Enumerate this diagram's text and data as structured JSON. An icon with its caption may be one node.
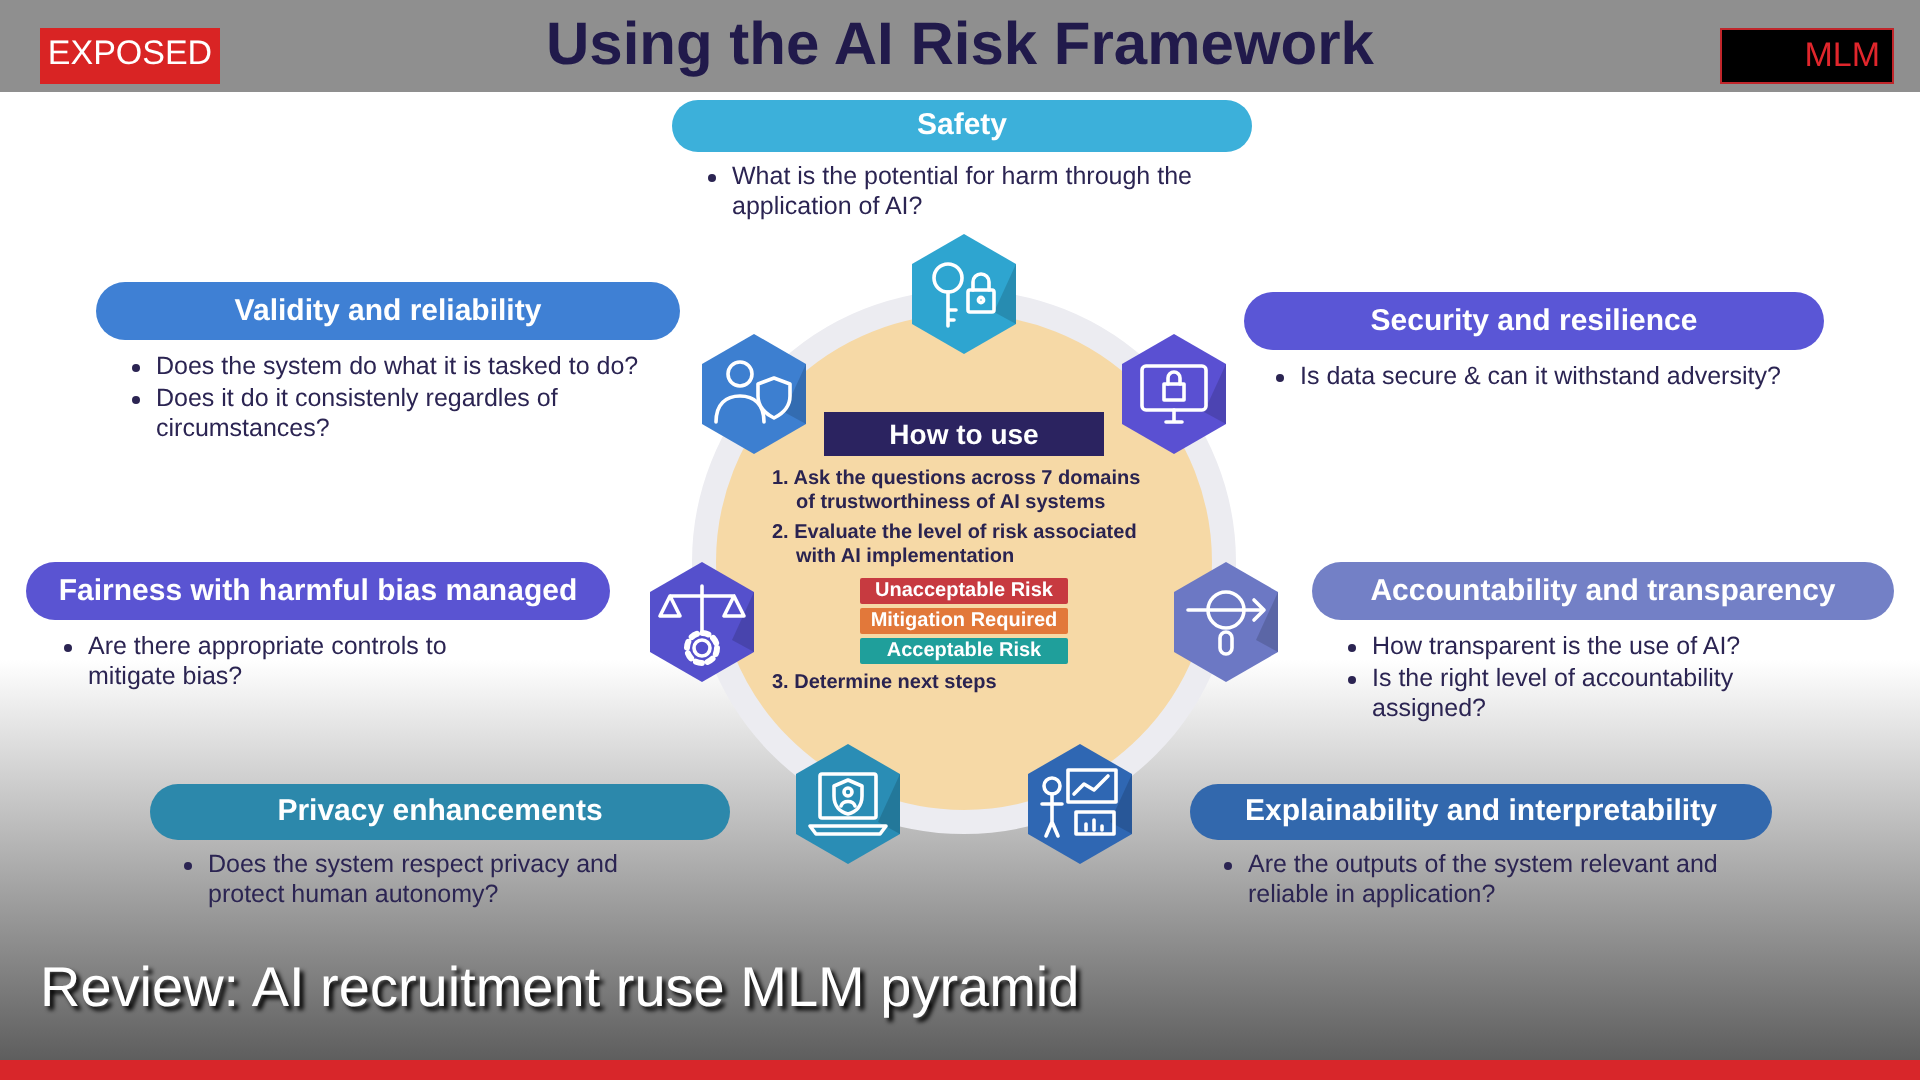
{
  "diagram": {
    "title": "Using the AI Risk Framework",
    "caption": "Review: AI recruitment ruse MLM pyramid",
    "nodes": [
      {
        "text": [
          "EXPOSED"
        ]
      },
      {
        "text": [
          "MLM"
        ]
      },
      {
        "text": [
          "Safety"
        ],
        "beside": [
          "What is the potential for harm through the application of AI?"
        ]
      },
      {
        "text": [
          "Validity and reliability"
        ],
        "beside": [
          "Does the system do what it is tasked to do?",
          "Does it do it consistenly regardles of circumstances?"
        ]
      },
      {
        "text": [
          "Security and resilience"
        ],
        "beside": [
          "Is data secure & can it withstand adversity?"
        ]
      },
      {
        "text": [
          "1. Ask the questions across 7 domains of trustworthiness of AI systems",
          "2. Evaluate the level of risk associated with AI implementation",
          "3. Determine next steps"
        ]
      },
      {
        "text": [
          "How to use"
        ],
        "in": 5
      },
      {
        "text": [
          "Unacceptable Risk"
        ],
        "in": 5
      },
      {
        "text": [
          "Mitigation Required"
        ],
        "in": 5
      },
      {
        "text": [
          "Acceptable Risk"
        ],
        "in": 5
      },
      {
        "text": [
          "Fairness with harmful bias managed"
        ],
        "beside": [
          "Are there appropriate controls to mitigate bias?"
        ]
      },
      {
        "text": [
          "Accountability and transparency"
        ],
        "beside": [
          "How transparent is the use of AI?",
          "Is the right level of accountability assigned?"
        ]
      },
      {
        "text": [
          "Privacy enhancements"
        ],
        "beside": [
          "Does the system respect privacy and protect human autonomy?"
        ]
      },
      {
        "text": [
          "Explainability and interpretability"
        ],
        "beside": [
          "Are the outputs of the system relevant and reliable in application?"
        ]
      }
    ]
  }
}
